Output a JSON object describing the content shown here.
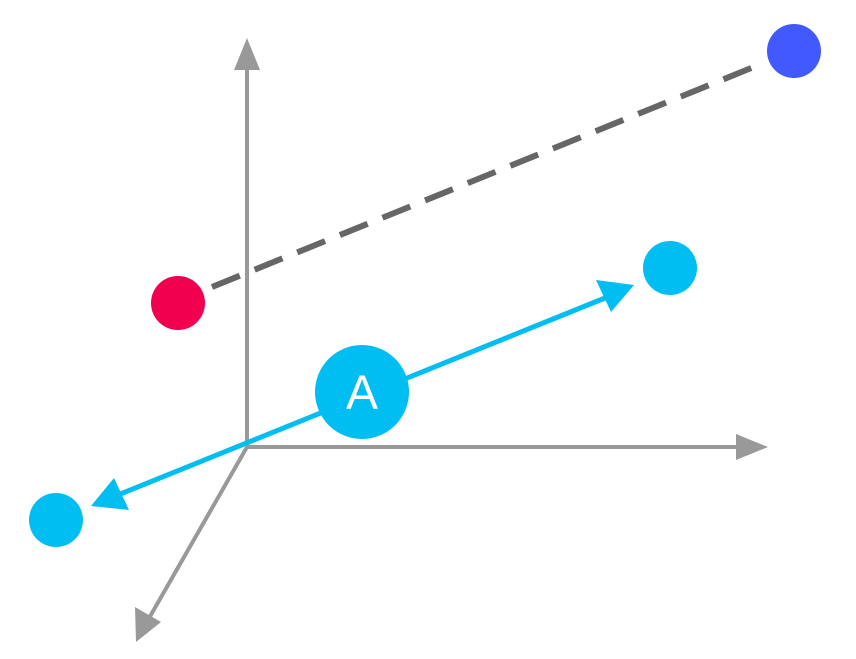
{
  "diagram": {
    "label": "A",
    "colors": {
      "background": "#ffffff",
      "axis": "#999999",
      "dashed_line": "#666666",
      "red_point": "#f0004e",
      "blue_point": "#4259ff",
      "cyan": "#00bdf2",
      "label_text": "#ffffff"
    },
    "elements": {
      "axes": [
        "vertical-axis",
        "horizontal-axis",
        "depth-axis"
      ],
      "dashed_connection": [
        "red-point",
        "blue-point"
      ],
      "double_arrow": [
        "cyan-point-upper",
        "cyan-point-lower"
      ],
      "label_circle": "A"
    }
  }
}
